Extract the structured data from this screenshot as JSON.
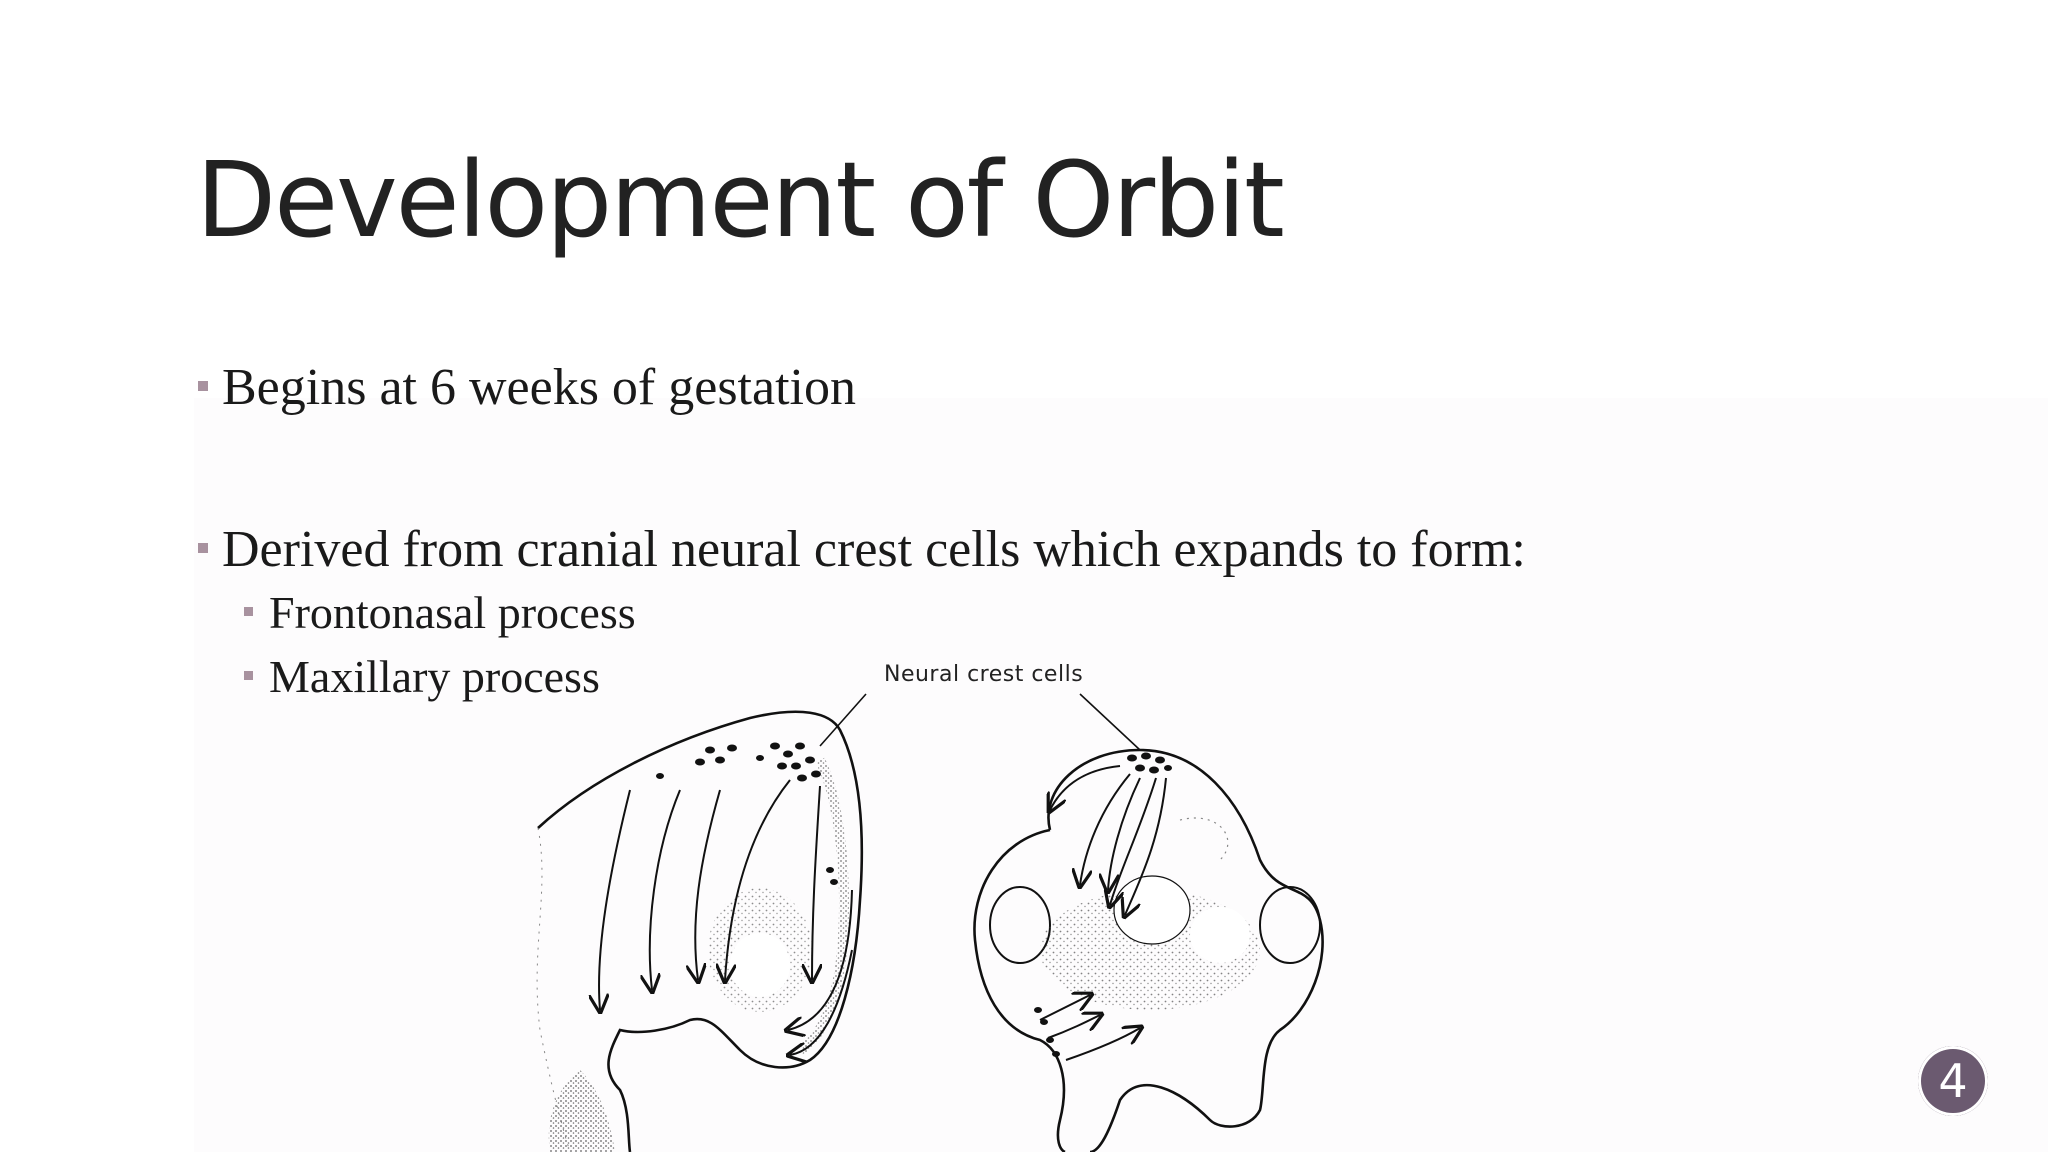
{
  "slide": {
    "title": "Development of Orbit",
    "bullets": [
      "Begins at 6 weeks of gestation",
      "Derived from cranial neural crest cells which expands to form:"
    ],
    "sub_bullets": [
      "Frontonasal process",
      "Maxillary process"
    ],
    "figure_label": "Neural crest cells",
    "page_number": "4"
  },
  "colors": {
    "bullet_marker": "#a8929f",
    "page_badge": "#6b5a70",
    "title_text": "#222222"
  }
}
